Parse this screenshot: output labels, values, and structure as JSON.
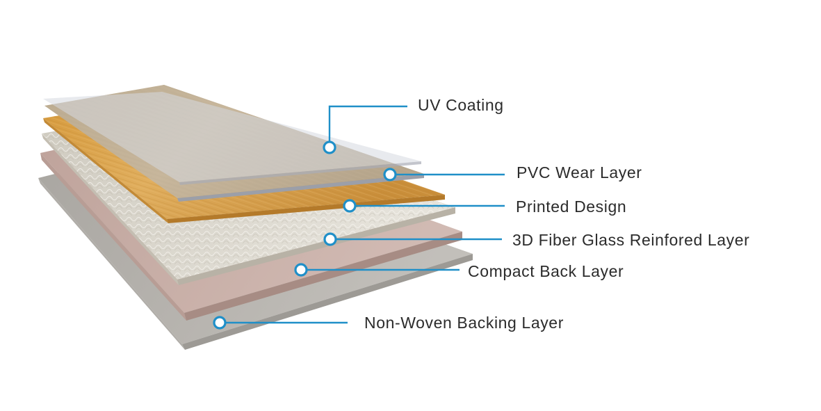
{
  "diagram": {
    "layers": [
      {
        "id": "uv",
        "label": "UV Coating",
        "color": "#c9cdd6"
      },
      {
        "id": "pvc",
        "label": "PVC Wear Layer",
        "color": "#b8bcc4"
      },
      {
        "id": "printed",
        "label": "Printed Design",
        "color": "#d4a45a"
      },
      {
        "id": "fiber",
        "label": "3D Fiber Glass Reinfored Layer",
        "color": "#ddd9cf"
      },
      {
        "id": "compact",
        "label": "Compact Back Layer",
        "color": "#c8b1aa"
      },
      {
        "id": "backing",
        "label": "Non-Woven Backing Layer",
        "color": "#b8b4ae"
      }
    ],
    "callout_color": "#1f8fc8"
  }
}
